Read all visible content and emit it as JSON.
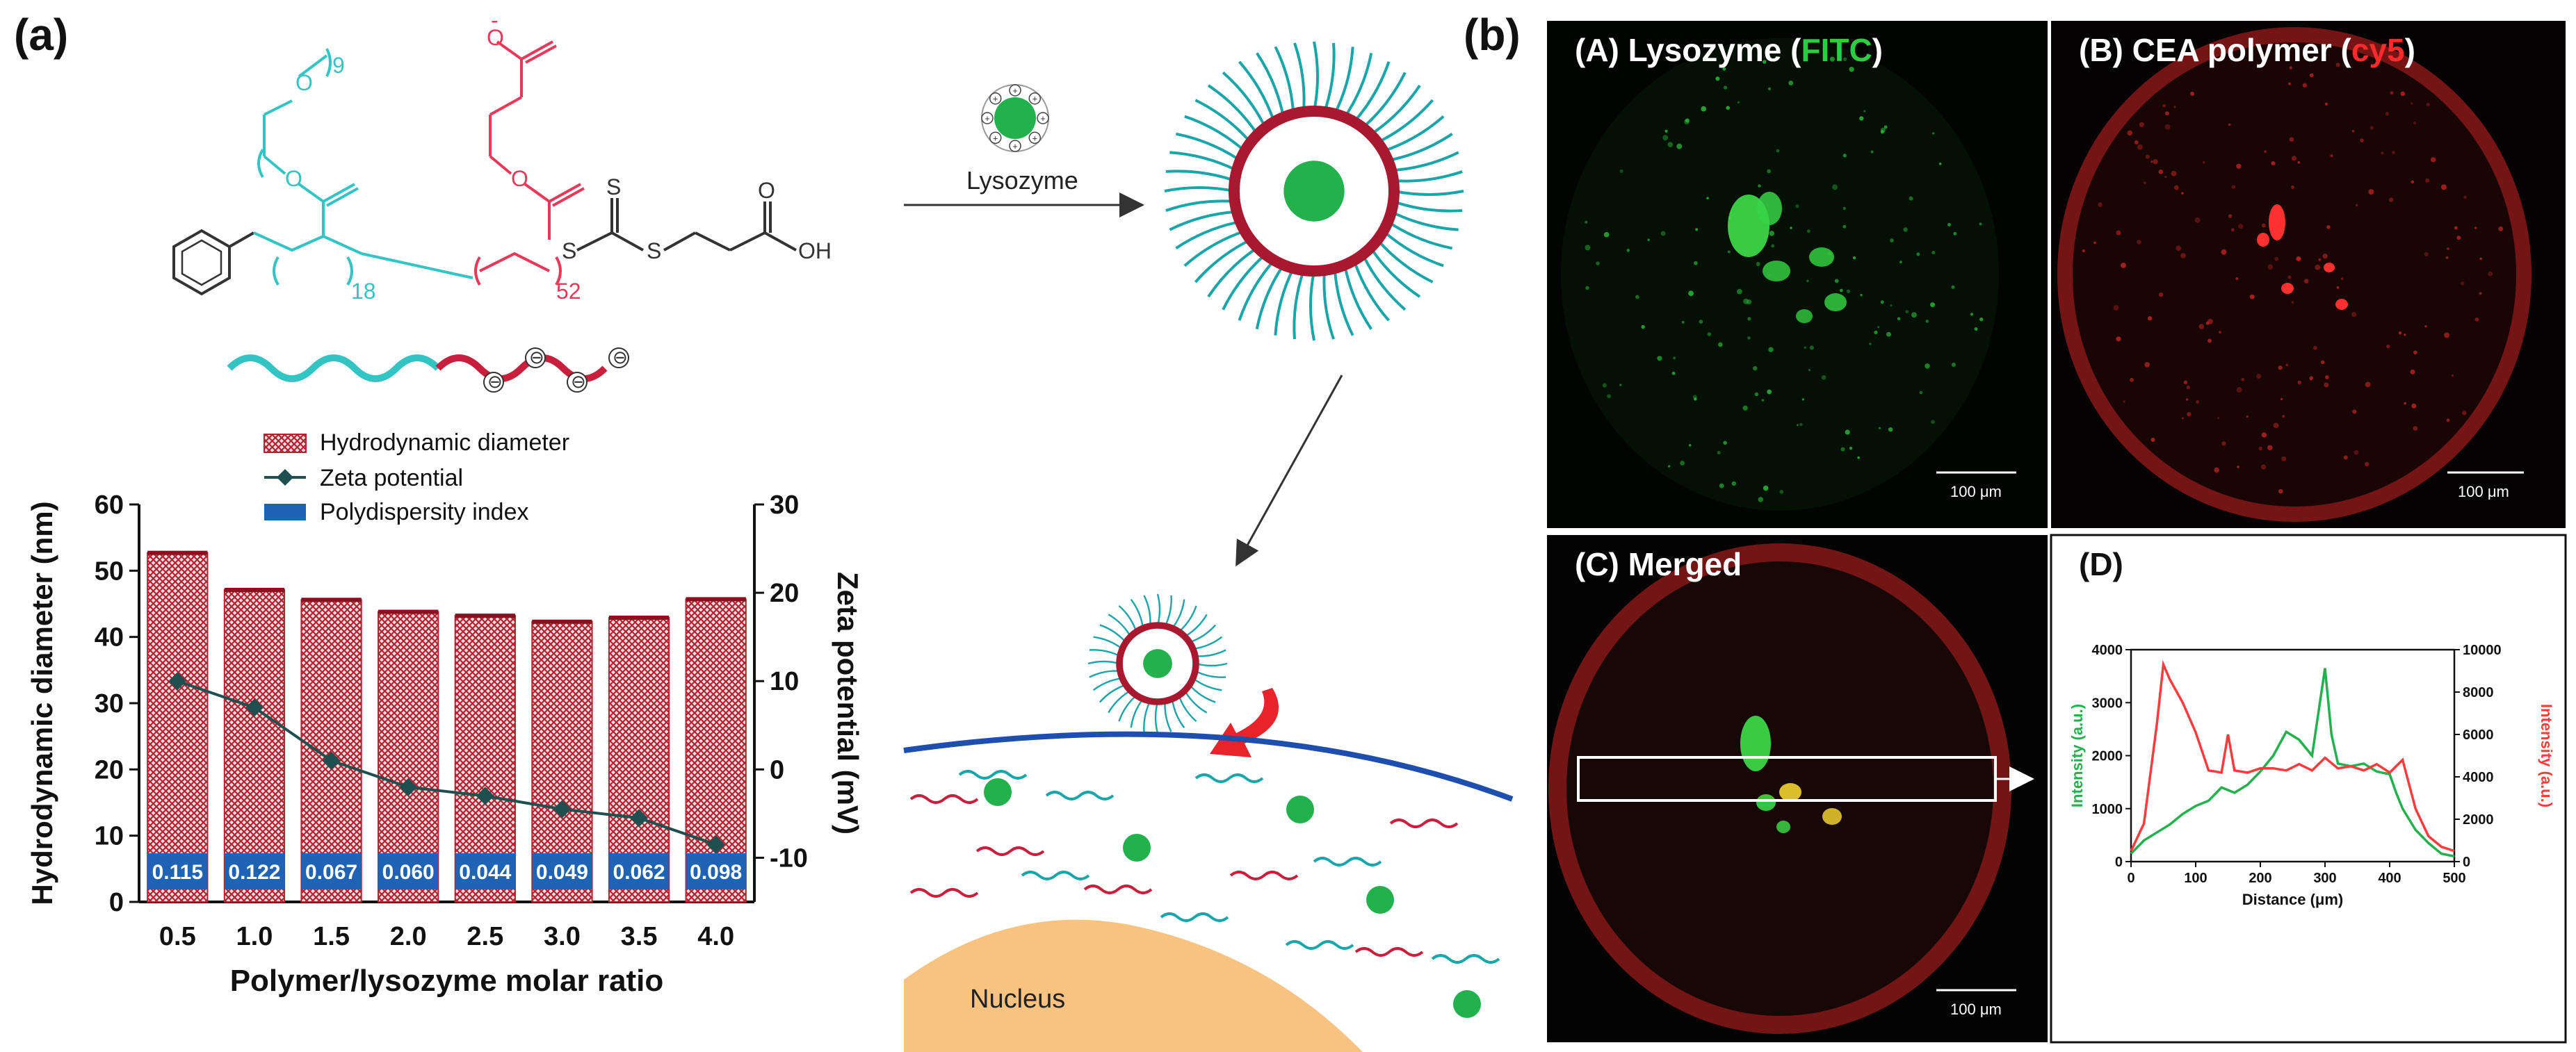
{
  "panel_a": {
    "label": "(a)",
    "structure": {
      "peg_subscript": "9",
      "block1_subscript": "18",
      "block2_subscript": "52",
      "charge_carboxylate": "-",
      "s_atom": "S",
      "acid": "OH",
      "o_atom": "O"
    },
    "scheme": {
      "lysozyme_label": "Lysozyme",
      "nucleus_label": "Nucleus"
    },
    "colors": {
      "peg": "#35c4c4",
      "anionic": "#e8395a",
      "bar": "#b22230",
      "line": "#1f4f4f",
      "pdi": "#1e63b4"
    }
  },
  "panel_b": {
    "label": "(b)",
    "subpanels": [
      {
        "prefix": "(A) Lysozyme (",
        "highlight": "FITC",
        "suffix": ")",
        "highlight_color": "#2ecc40",
        "scale": "100 μm"
      },
      {
        "prefix": "(B) CEA polymer (",
        "highlight": "cy5",
        "suffix": ")",
        "highlight_color": "#ff2a2a",
        "scale": "100 μm"
      },
      {
        "prefix": "(C) Merged",
        "highlight": "",
        "suffix": "",
        "highlight_color": "#2ecc40",
        "scale": "100 μm"
      },
      {
        "prefix": "(D)",
        "highlight": "",
        "suffix": "",
        "highlight_color": "#000000",
        "scale": ""
      }
    ]
  },
  "chart_data": [
    {
      "type": "bar",
      "categories": [
        "0.5",
        "1.0",
        "1.5",
        "2.0",
        "2.5",
        "3.0",
        "3.5",
        "4.0"
      ],
      "series": [
        {
          "name": "Hydrodynamic diameter",
          "type": "bar",
          "values": [
            52.7,
            47.1,
            45.6,
            43.8,
            43.2,
            42.3,
            42.9,
            45.7
          ]
        },
        {
          "name": "Zeta potential",
          "type": "line",
          "axis": "right",
          "values": [
            10,
            7,
            1,
            -2,
            -3,
            -4.5,
            -5.5,
            -8.5
          ]
        },
        {
          "name": "Polydispersity index",
          "type": "label",
          "values": [
            0.115,
            0.122,
            0.067,
            0.06,
            0.044,
            0.049,
            0.062,
            0.098
          ],
          "labels": [
            "0.115",
            "0.122",
            "0.067",
            "0.060",
            "0.044",
            "0.049",
            "0.062",
            "0.098"
          ]
        }
      ],
      "xlabel": "Polymer/lysozyme molar ratio",
      "ylabel": "Hydrodynamic diameter (nm)",
      "ylabel_right": "Zeta potential (mV)",
      "ylim": [
        0,
        60
      ],
      "ylim_right": [
        -15,
        30
      ],
      "yticks": [
        "0",
        "10",
        "20",
        "30",
        "40",
        "50",
        "60"
      ],
      "yticks_right": [
        "-10",
        "0",
        "10",
        "20",
        "30"
      ],
      "legend_position": "top-left"
    },
    {
      "type": "line",
      "xlabel": "Distance (μm)",
      "ylabel": "Intensity (a.u.)",
      "ylabel_right": "Intensity (a.u.)",
      "xlim": [
        0,
        500
      ],
      "ylim": [
        0,
        4000
      ],
      "ylim_right": [
        0,
        10000
      ],
      "xticks": [
        "0",
        "100",
        "200",
        "300",
        "400",
        "500"
      ],
      "yticks": [
        "0",
        "1000",
        "2000",
        "3000",
        "4000"
      ],
      "yticks_right": [
        "0",
        "2000",
        "4000",
        "6000",
        "8000",
        "10000"
      ],
      "series": [
        {
          "name": "FITC",
          "color": "#22b14c",
          "axis": "left",
          "x": [
            0,
            20,
            40,
            60,
            80,
            100,
            120,
            140,
            160,
            180,
            200,
            220,
            240,
            260,
            280,
            300,
            310,
            320,
            340,
            360,
            380,
            400,
            410,
            420,
            440,
            460,
            480,
            500
          ],
          "y": [
            150,
            400,
            550,
            700,
            900,
            1050,
            1150,
            1400,
            1300,
            1450,
            1700,
            2000,
            2450,
            2300,
            2000,
            3650,
            2400,
            1850,
            1800,
            1850,
            1700,
            1650,
            1300,
            1000,
            600,
            350,
            150,
            100
          ]
        },
        {
          "name": "cy5",
          "color": "#ff3b3b",
          "axis": "right",
          "x": [
            0,
            20,
            40,
            50,
            60,
            80,
            100,
            120,
            140,
            150,
            160,
            180,
            200,
            220,
            240,
            260,
            280,
            300,
            320,
            340,
            360,
            380,
            400,
            420,
            440,
            460,
            480,
            500
          ],
          "y": [
            500,
            1800,
            6500,
            9300,
            8600,
            7500,
            6100,
            4300,
            4200,
            6000,
            4300,
            4200,
            4400,
            4400,
            4300,
            4600,
            4300,
            4900,
            4400,
            4500,
            4300,
            4600,
            4200,
            4800,
            2500,
            1200,
            700,
            500
          ]
        }
      ]
    }
  ]
}
